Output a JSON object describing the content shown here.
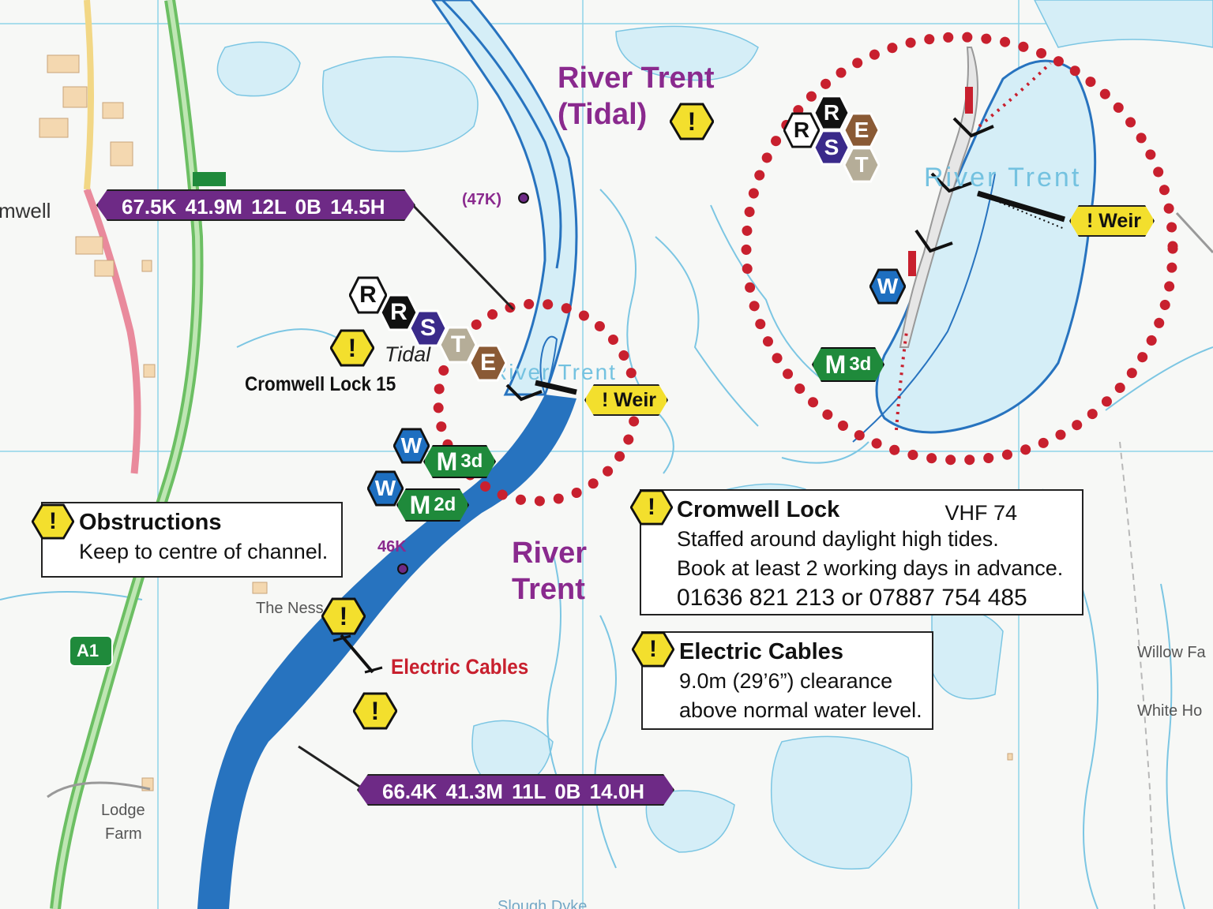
{
  "map": {
    "rivers": {
      "tidal_name_line1": "River Trent",
      "tidal_name_line2": "(Tidal)",
      "main_name_line1": "River",
      "main_name_line2": "Trent",
      "faded_name_1": "River Trent",
      "faded_name_2": "River Trent"
    },
    "places": {
      "cromwell": "mwell",
      "the_ness": "The Ness",
      "lodge_line1": "Lodge",
      "lodge_line2": "Farm",
      "willow": "Willow Fa",
      "white": "White Ho",
      "slough": "Slough Dyke",
      "road_a1": "A1"
    },
    "markers": {
      "km_47": "(47K)",
      "km_46": "46K"
    },
    "distance_bars": [
      {
        "text": "67.5K  41.9M  12L  0B  14.5H"
      },
      {
        "text": "66.4K  41.3M  11L  0B  14.0H"
      }
    ],
    "lock": {
      "name": "Cromwell Lock 15",
      "tidal_label": "Tidal"
    },
    "weir_label": "Weir",
    "cables_label": "Electric Cables",
    "facility_letters": {
      "r": "R",
      "s": "S",
      "t": "T",
      "e": "E",
      "w": "W",
      "m": "M",
      "warn": "!"
    },
    "moorings": {
      "m3d": "3d",
      "m2d": "2d"
    },
    "info_obstructions": {
      "title": "Obstructions",
      "line1": "Keep to centre of channel."
    },
    "info_lock": {
      "title": "Cromwell Lock",
      "vhf": "VHF 74",
      "line1": "Staffed around daylight high tides.",
      "line2": "Book at least 2 working days in advance.",
      "line3": "01636 821 213 or 07887 754 485"
    },
    "info_cables": {
      "title": "Electric Cables",
      "line1": "9.0m (29’6”) clearance",
      "line2": "above normal water level."
    },
    "colors": {
      "background": "#f7f8f6",
      "grid": "#8fd4e8",
      "water_light": "#d5eef7",
      "river_channel": "#2773bf",
      "dotted_circle": "#c8202e",
      "route_purple": "#6e2a86",
      "warning_yellow": "#f3df2d",
      "facility_blue": "#1e6fc0",
      "facility_green": "#1f8a3b",
      "facility_brown": "#8a5a35",
      "facility_tan": "#b5ad98",
      "facility_navy": "#3a2a8a",
      "facility_black": "#111111"
    }
  }
}
